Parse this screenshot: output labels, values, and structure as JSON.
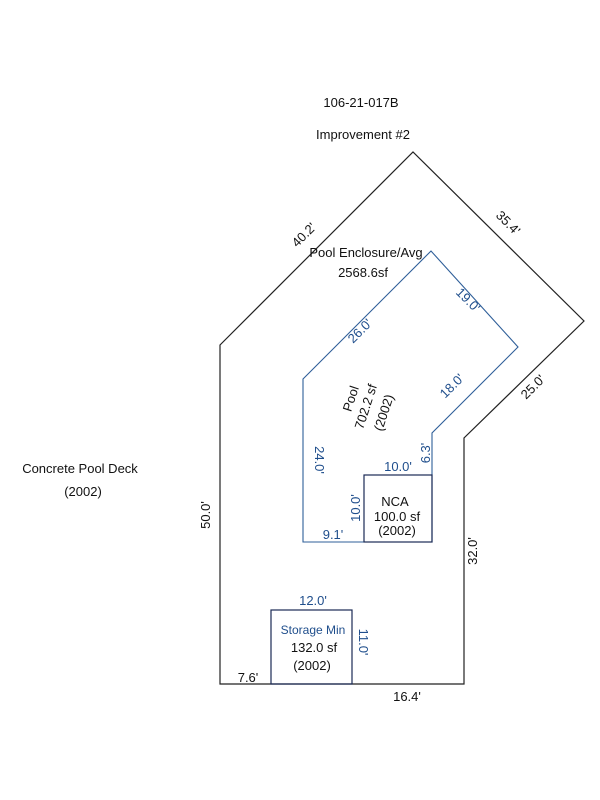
{
  "header": {
    "parcel_id": "106-21-017B",
    "improvement": "Improvement #2"
  },
  "deck": {
    "name": "Concrete Pool Deck",
    "year": "(2002)"
  },
  "enclosure": {
    "name": "Pool Enclosure/Avg",
    "area": "2568.6sf",
    "dims": {
      "left": "50.0'",
      "upper_left": "40.2'",
      "upper_right": "35.4'",
      "right_diag": "25.0'",
      "right": "32.0'",
      "bottom": "16.4'",
      "bottom_left": "7.6'"
    }
  },
  "pool": {
    "name": "Pool",
    "area": "702.2 sf",
    "year": "(2002)",
    "dims": {
      "left": "24.0'",
      "upper_left": "26.0'",
      "upper_right": "19.0'",
      "right_diag": "18.0'",
      "notch": "6.3'",
      "bottom": "9.1'"
    }
  },
  "nca": {
    "name": "NCA",
    "area": "100.0 sf",
    "year": "(2002)",
    "dims": {
      "top": "10.0'",
      "left": "10.0'"
    }
  },
  "storage": {
    "name": "Storage Min",
    "area": "132.0 sf",
    "year": "(2002)",
    "dims": {
      "top": "12.0'",
      "right": "11.0'"
    }
  }
}
